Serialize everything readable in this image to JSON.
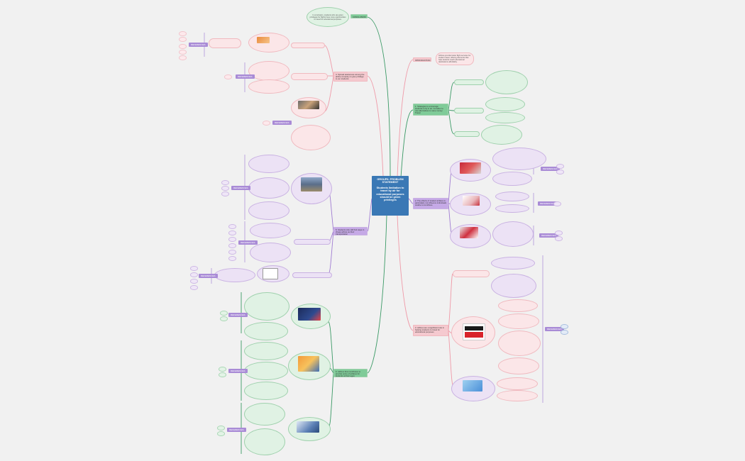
{
  "center": {
    "title": "GROUP6: PROBLEM STATEMENT",
    "subtitle": "Students limitation to travel by air for educational purposes should be given privileges"
  },
  "branches": {
    "conclusion": "CONCLUSION",
    "introduction": "INTRODUCTION",
    "b1": "1. Strategies to encourage students to fly in air. Consider to use alternatives to save money: Travel",
    "b2": "2. The effects of student airfares is particularly not influence individuals unable to contribute",
    "b3": "3. Airlines are a significant role in helping students to travel for educational purposes",
    "b4": "4. Spread awareness among the airline company to give privilege to our students",
    "b5": "5. Students who still find ways in cheap airfare as their transportation",
    "b6": "6. Airlines that contributes to provide some of airfares for students at their ages"
  },
  "tags": {
    "references": "REFERENCES"
  },
  "notes": {
    "conclusion_note": "In conclusion, students who are given privileges for flights have more opportunities to travel for educational purposes.",
    "intro_note": "Airlines provide better flight services for student travel, offering discounts that help students reach educational destinations affordably."
  }
}
